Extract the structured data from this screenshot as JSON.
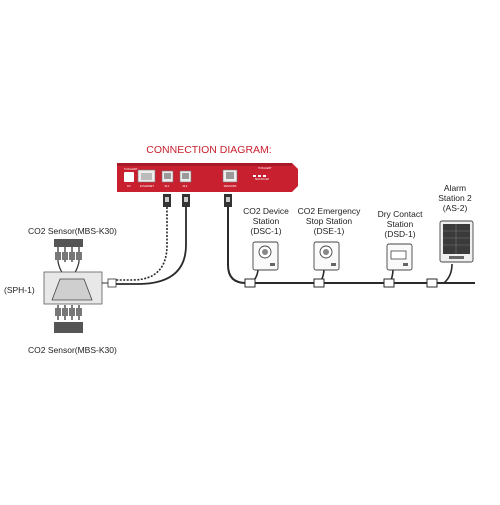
{
  "diagram": {
    "title": "CONNECTION DIAGRAM:",
    "controller": {
      "brand_text": "TOXALERT",
      "port_labels": [
        "DC",
        "ETHERNET",
        "RL1",
        "RL2",
        "SENSORS"
      ],
      "model_text": "MACRO-E8"
    },
    "labels": {
      "sensor_top": "CO2 Sensor(MBS-K30)",
      "sensor_bottom": "CO2 Sensor(MBS-K30)",
      "hub": "(SPH-1)",
      "dsc": [
        "CO2 Device",
        "Station",
        "(DSC-1)"
      ],
      "dse": [
        "CO2 Emergency",
        "Stop Station",
        "(DSE-1)"
      ],
      "dsd": [
        "Dry Contact",
        "Station",
        "(DSD-1)"
      ],
      "as2": [
        "Alarm",
        "Station 2",
        "(AS-2)"
      ]
    },
    "colors": {
      "controller_red": "#c8202f",
      "cable": "#2a2a2a",
      "text": "#222222"
    }
  }
}
